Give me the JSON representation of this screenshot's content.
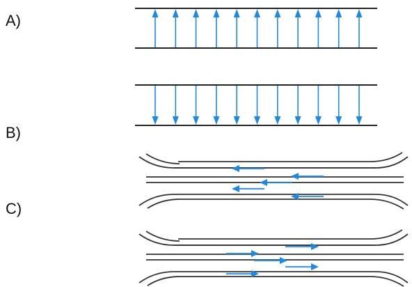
{
  "labels": {
    "a": "A)",
    "b": "B)",
    "c": "C)"
  },
  "colors": {
    "arrow": "#1e88e5",
    "arrow_light": "#90caf9",
    "plate_line": "#222222",
    "channel_line": "#333333",
    "background": "#ffffff"
  },
  "panels": [
    {
      "id": "A",
      "kind": "parallel-plates",
      "arrow_direction": "up",
      "arrow_count": 11
    },
    {
      "id": "B",
      "kind": "parallel-plates",
      "arrow_direction": "down",
      "arrow_count": 11
    },
    {
      "id": "C1",
      "kind": "curved-channels",
      "arrow_direction": "left"
    },
    {
      "id": "C2",
      "kind": "curved-channels",
      "arrow_direction": "right"
    }
  ]
}
